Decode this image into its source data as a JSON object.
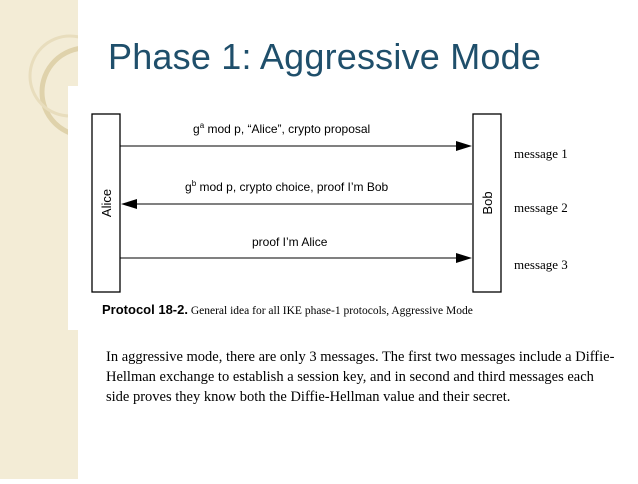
{
  "slide": {
    "title": "Phase 1: Aggressive Mode",
    "body": "In aggressive mode, there are only 3 messages. The first two messages include a Diffie-Hellman exchange to establish a session key, and in second and third messages each side proves they know both the Diffie-Hellman value and their secret."
  },
  "diagram": {
    "left_party": "Alice",
    "right_party": "Bob",
    "messages": [
      {
        "exp_base": "g",
        "exp_sup": "a",
        "text": " mod p, “Alice”, crypto proposal",
        "side_label": "message 1",
        "direction": "right"
      },
      {
        "exp_base": "g",
        "exp_sup": "b",
        "text": " mod p, crypto choice, proof I’m Bob",
        "side_label": "message 2",
        "direction": "left"
      },
      {
        "exp_base": "",
        "exp_sup": "",
        "text": "proof I’m Alice",
        "side_label": "message 3",
        "direction": "right"
      }
    ],
    "caption_bold": "Protocol 18-2.",
    "caption_text": " General idea for all IKE phase-1 protocols, Aggressive Mode"
  },
  "colors": {
    "title": "#1f4f6b",
    "band": "#f3ecd6",
    "ring": "#dfd2ab"
  }
}
